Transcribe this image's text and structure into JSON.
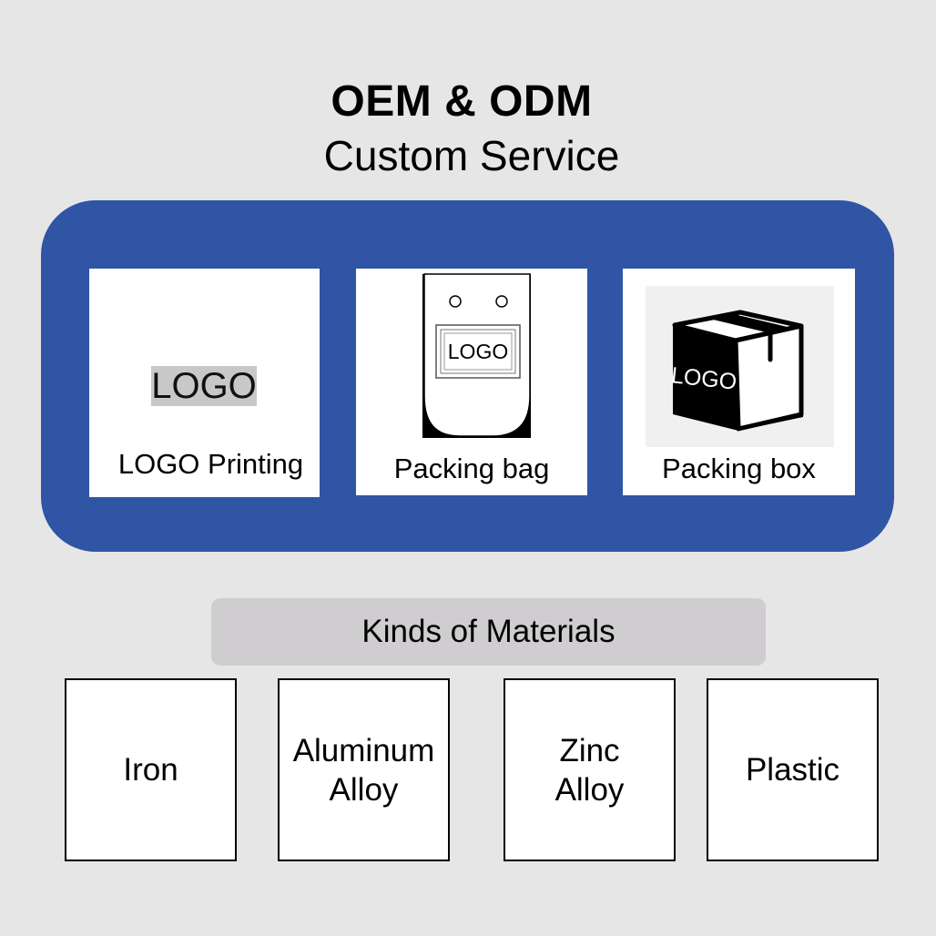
{
  "header": {
    "title": "OEM & ODM",
    "subtitle": "Custom Service"
  },
  "services": {
    "accent_color": "#2f55a4",
    "items": [
      {
        "label": "LOGO Printing",
        "logo_text": "LOGO",
        "icon": "logo-printing-icon"
      },
      {
        "label": "Packing bag",
        "logo_text": "LOGO",
        "icon": "packing-bag-icon"
      },
      {
        "label": "Packing box",
        "logo_text": "LOGO",
        "icon": "packing-box-icon"
      }
    ]
  },
  "materials": {
    "heading": "Kinds of Materials",
    "items": [
      {
        "label": "Iron"
      },
      {
        "label": "Aluminum\nAlloy"
      },
      {
        "label": "Zinc\nAlloy"
      },
      {
        "label": "Plastic"
      }
    ]
  }
}
